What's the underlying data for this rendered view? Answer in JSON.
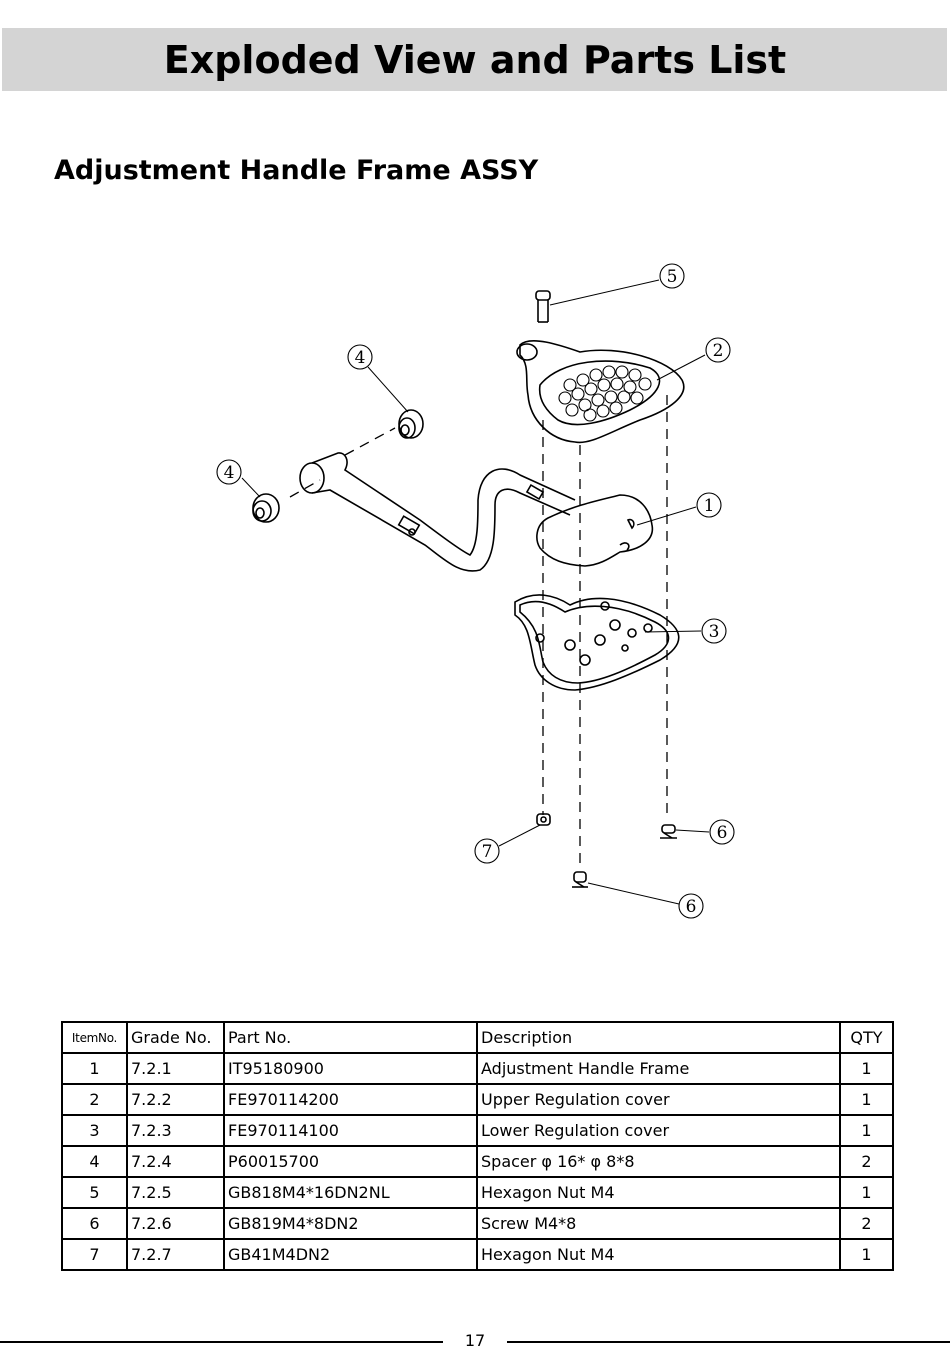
{
  "page": {
    "title": "Exploded View and Parts List",
    "section_title": "Adjustment Handle Frame ASSY",
    "page_number": "17"
  },
  "diagram": {
    "callouts": [
      "5",
      "2",
      "4",
      "4",
      "1",
      "3",
      "6",
      "7",
      "6"
    ]
  },
  "table": {
    "headers": [
      "ItemNo.",
      "Grade No.",
      "Part No.",
      "Description",
      "QTY"
    ],
    "rows": [
      [
        "1",
        "7.2.1",
        "IT95180900",
        "Adjustment Handle Frame",
        "1"
      ],
      [
        "2",
        "7.2.2",
        "FE970114200",
        "Upper Regulation cover",
        "1"
      ],
      [
        "3",
        "7.2.3",
        "FE970114100",
        "Lower Regulation cover",
        "1"
      ],
      [
        "4",
        "7.2.4",
        "P60015700",
        "Spacer φ 16* φ 8*8",
        "2"
      ],
      [
        "5",
        "7.2.5",
        "GB818M4*16DN2NL",
        "Hexagon Nut M4",
        "1"
      ],
      [
        "6",
        "7.2.6",
        "GB819M4*8DN2",
        "Screw M4*8",
        "2"
      ],
      [
        "7",
        "7.2.7",
        "GB41M4DN2",
        "Hexagon Nut M4",
        "1"
      ]
    ]
  }
}
